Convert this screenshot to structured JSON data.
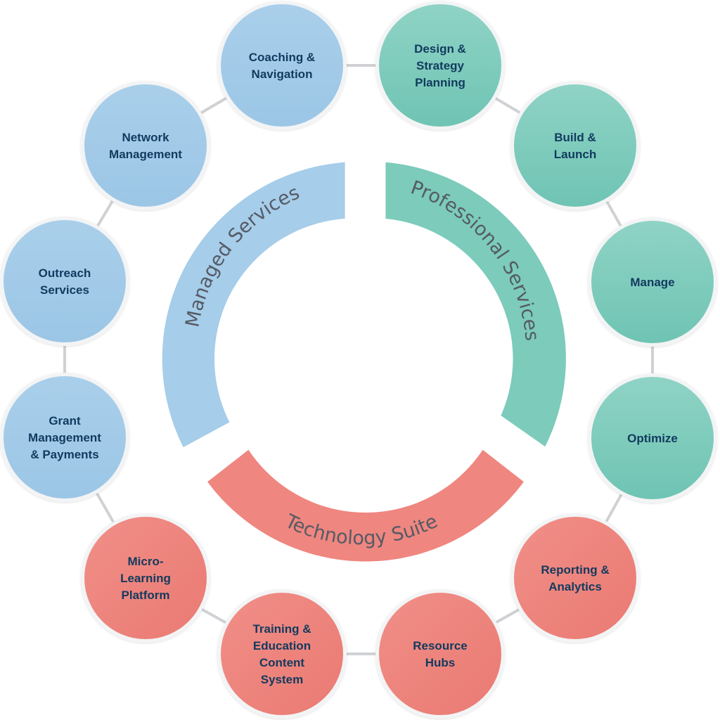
{
  "colors": {
    "blue": "#a6cde9",
    "teal": "#7ccbbb",
    "coral": "#ef867f",
    "connector": "#cfd1d4",
    "label": "#123a5e",
    "arc_text": "#555b66"
  },
  "arcs": {
    "managed": "Managed Services",
    "professional": "Professional Services",
    "technology": "Technology Suite"
  },
  "nodes": [
    {
      "id": "coaching",
      "group": "blue",
      "lines": [
        "Coaching &",
        "Navigation"
      ]
    },
    {
      "id": "design",
      "group": "teal",
      "lines": [
        "Design &",
        "Strategy",
        "Planning"
      ]
    },
    {
      "id": "build",
      "group": "teal",
      "lines": [
        "Build &",
        "Launch"
      ]
    },
    {
      "id": "manage",
      "group": "teal",
      "lines": [
        "Manage"
      ]
    },
    {
      "id": "optimize",
      "group": "teal",
      "lines": [
        "Optimize"
      ]
    },
    {
      "id": "reporting",
      "group": "coral",
      "lines": [
        "Reporting &",
        "Analytics"
      ]
    },
    {
      "id": "resource",
      "group": "coral",
      "lines": [
        "Resource",
        "Hubs"
      ]
    },
    {
      "id": "training",
      "group": "coral",
      "lines": [
        "Training &",
        "Education",
        "Content",
        "System"
      ]
    },
    {
      "id": "microlearning",
      "group": "coral",
      "lines": [
        "Micro-",
        "Learning",
        "Platform"
      ]
    },
    {
      "id": "grant",
      "group": "blue",
      "lines": [
        "Grant",
        "Management",
        "& Payments"
      ]
    },
    {
      "id": "outreach",
      "group": "blue",
      "lines": [
        "Outreach",
        "Services"
      ]
    },
    {
      "id": "network",
      "group": "blue",
      "lines": [
        "Network",
        "Management"
      ]
    }
  ]
}
